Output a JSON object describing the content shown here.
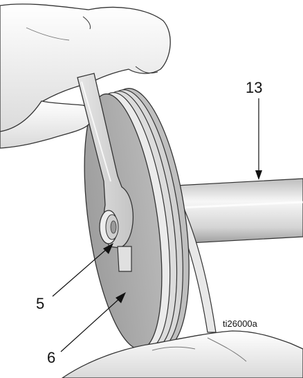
{
  "figure": {
    "id": "ti26000a",
    "callouts": [
      {
        "key": "13",
        "label": "13",
        "part": "shaft"
      },
      {
        "key": "5",
        "label": "5",
        "part": "nut"
      },
      {
        "key": "6",
        "label": "6",
        "part": "pulley"
      }
    ]
  }
}
